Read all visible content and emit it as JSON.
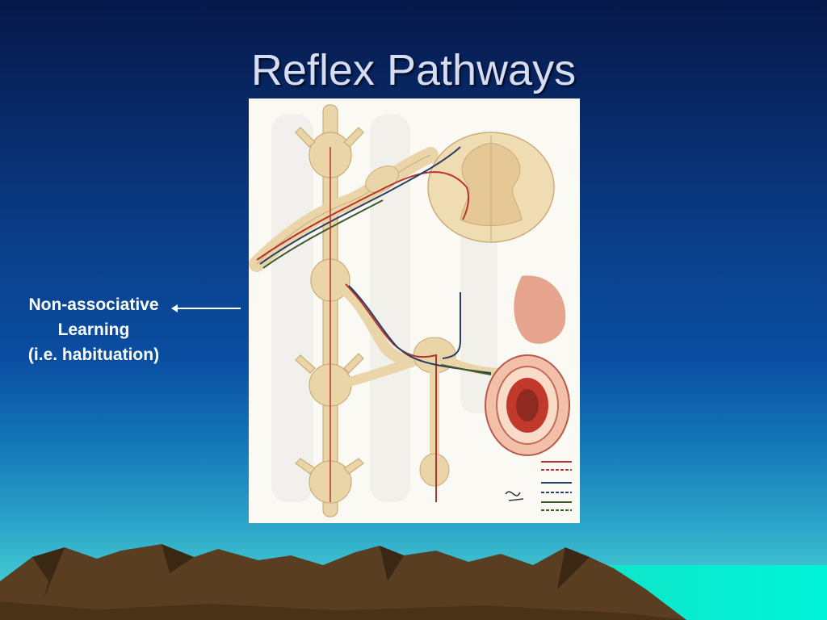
{
  "slide": {
    "title": "Reflex Pathways",
    "label_lines": [
      "Non-associative",
      "Learning",
      "(i.e. habituation)"
    ]
  },
  "figure": {
    "icon": "reflex-pathway-diagram",
    "colors": {
      "nerve": "#ead5a8",
      "sensory_fiber": "#b8322e",
      "motor_fiber": "#2a3f66",
      "autonomic_fiber": "#3a5a2c",
      "organ": "#e39a84"
    }
  },
  "colors": {
    "title": "#d6dcf2",
    "label": "#ffffff",
    "sky_top": "#06184a",
    "sky_bottom": "#46d6d4",
    "mountain": "#5a3e22",
    "sea": "#10e4c8"
  }
}
